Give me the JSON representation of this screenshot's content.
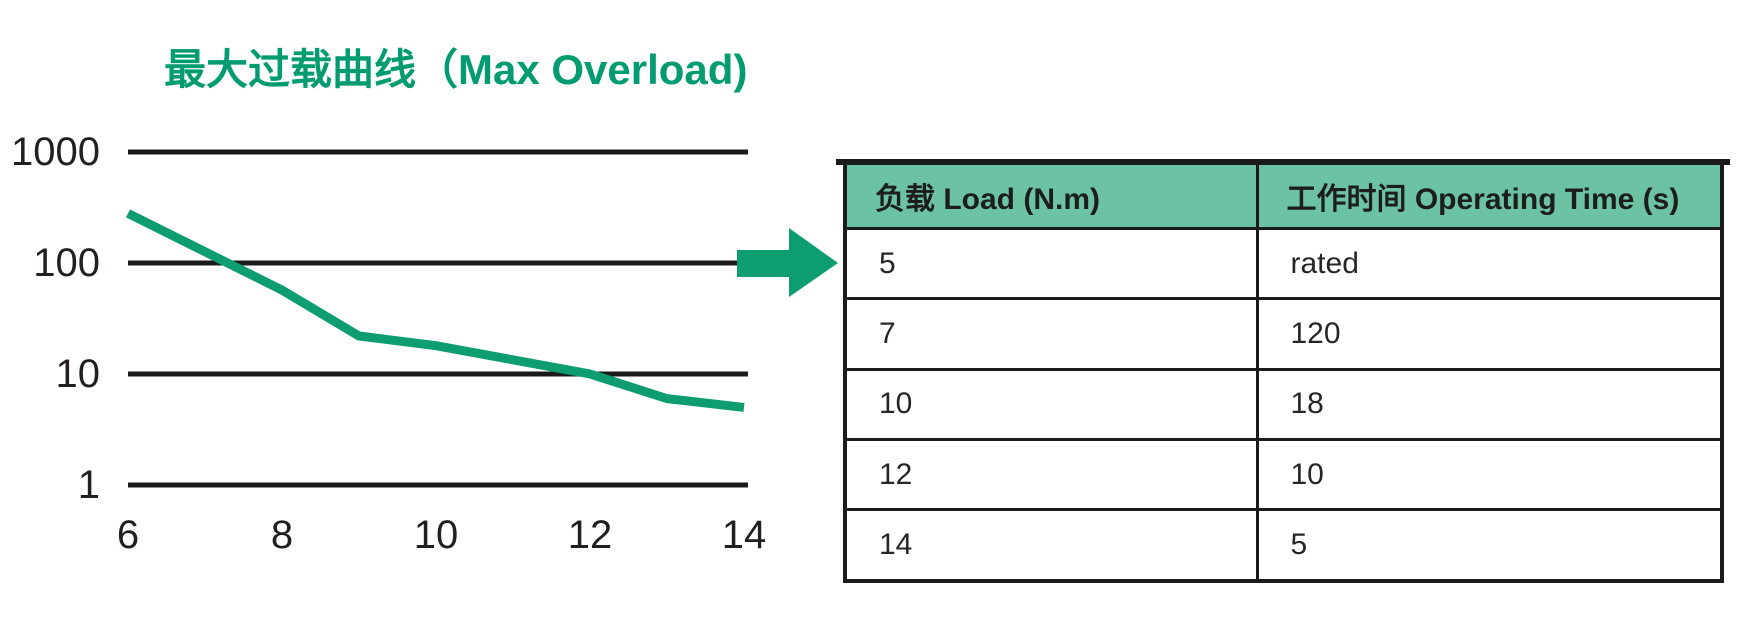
{
  "chart": {
    "title": "最大过载曲线（Max Overload)",
    "title_color": "#009B70"
  },
  "chart_data": {
    "type": "line",
    "title": "最大过载曲线（Max Overload)",
    "xlabel": "",
    "ylabel": "",
    "yscale": "log",
    "xlim": [
      6,
      14
    ],
    "ylim": [
      1,
      1000
    ],
    "xticks": [
      "6",
      "8",
      "10",
      "12",
      "14"
    ],
    "yticks": [
      "1000",
      "100",
      "10",
      "1"
    ],
    "grid": "horizontal-only",
    "legend": "none",
    "series": [
      {
        "name": "max-overload-curve",
        "color": "#0E9C71",
        "points": [
          [
            6,
            280
          ],
          [
            8,
            57
          ],
          [
            9,
            22
          ],
          [
            10,
            18
          ],
          [
            12,
            10
          ],
          [
            13,
            6
          ],
          [
            14,
            5
          ]
        ]
      }
    ]
  },
  "arrow": {
    "direction": "right",
    "color": "#0E9C71"
  },
  "table": {
    "border_color": "#1B1B1B",
    "header_bg": "#6CC3A4",
    "columns": [
      "负载 Load (N.m)",
      "工作时间 Operating Time (s)"
    ],
    "rows": [
      [
        "5",
        "rated"
      ],
      [
        "7",
        "120"
      ],
      [
        "10",
        "18"
      ],
      [
        "12",
        "10"
      ],
      [
        "14",
        "5"
      ]
    ]
  }
}
